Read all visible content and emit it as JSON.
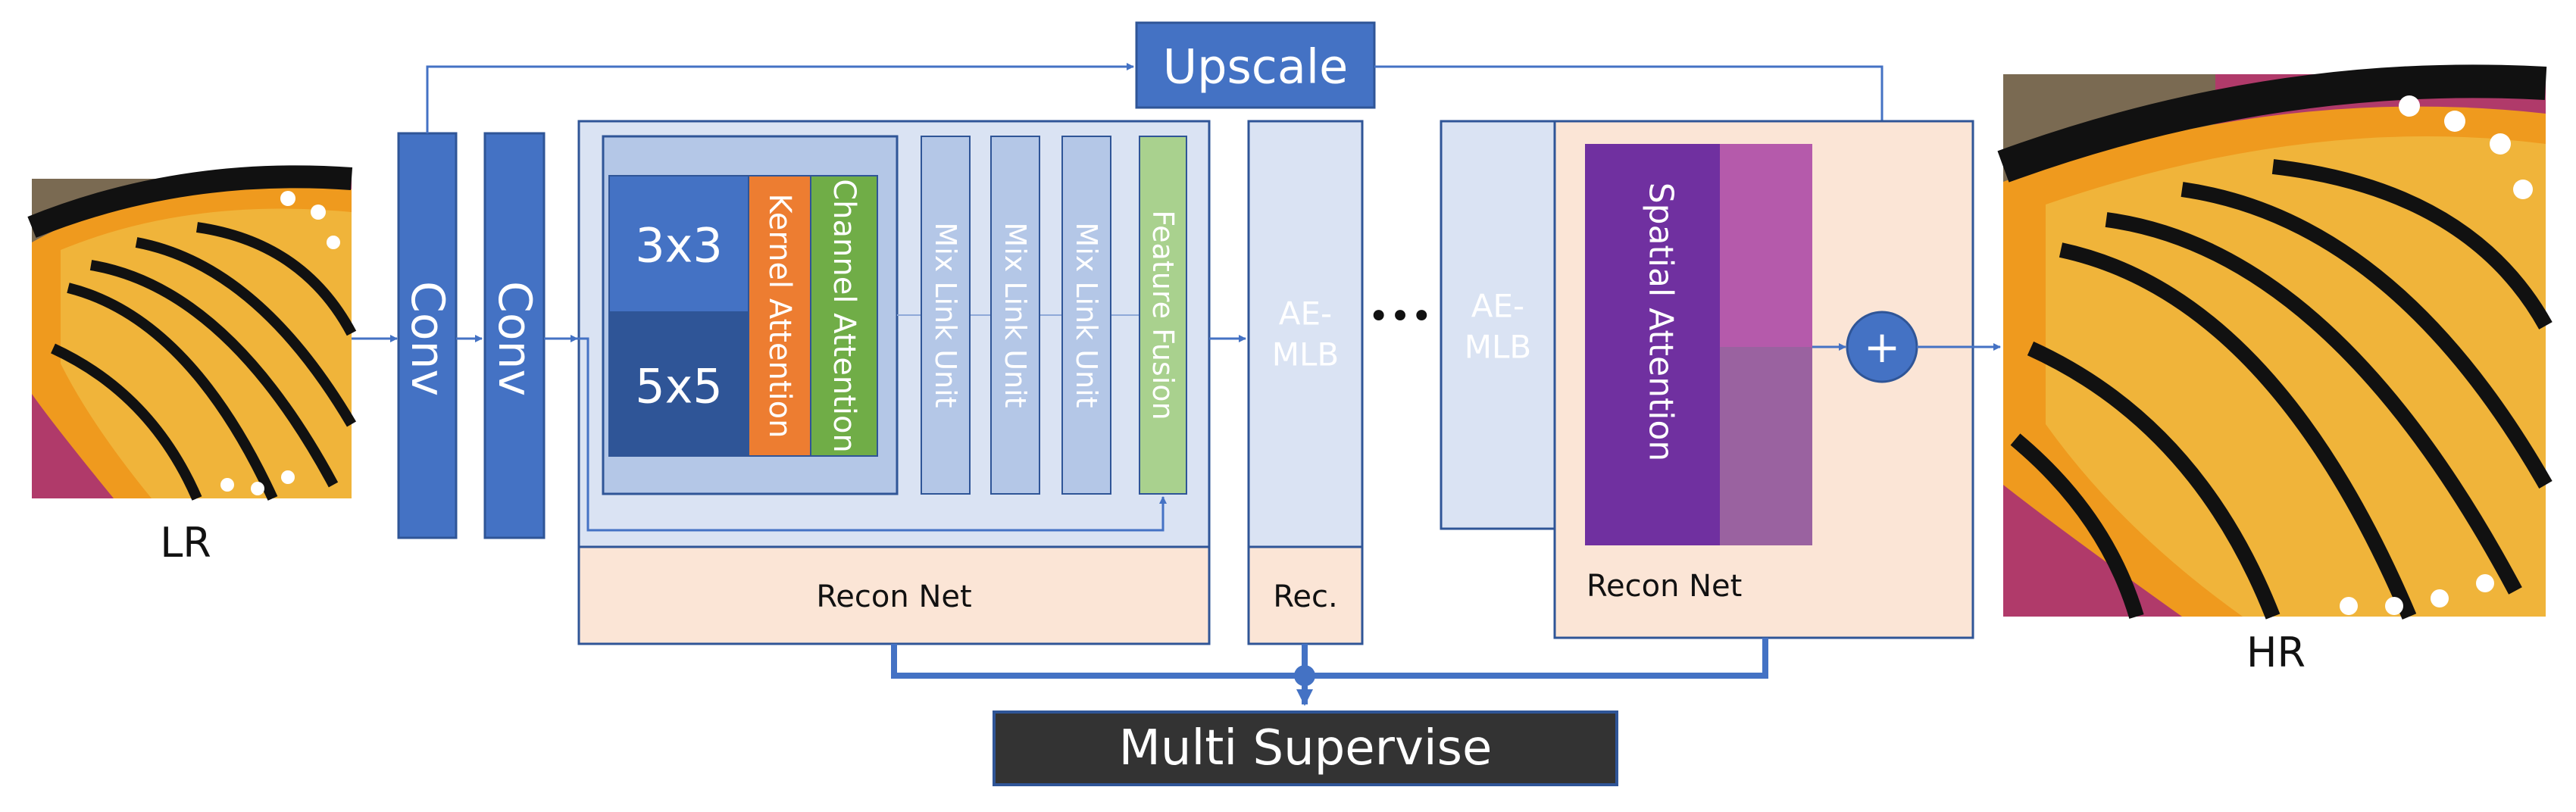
{
  "diagram": {
    "input_label": "LR",
    "output_label": "HR",
    "upscale_label": "Upscale",
    "conv1_label": "Conv",
    "conv2_label": "Conv",
    "conv3x3_label": "3x3",
    "conv5x5_label": "5x5",
    "kernel_attention_label": "Kernel Attention",
    "channel_attention_label": "Channel Attention",
    "mix_link_units": [
      "Mix Link Unit",
      "Mix Link Unit",
      "Mix Link Unit"
    ],
    "feature_fusion_label": "Feature Fusion",
    "recon_net_label_1": "Recon Net",
    "ae_mlb_label_1a": "AE-",
    "ae_mlb_label_1b": "MLB",
    "rec_label": "Rec.",
    "ellipsis": "•••",
    "ae_mlb_label_2a": "AE-",
    "ae_mlb_label_2b": "MLB",
    "spatial_attention_label": "Spatial Attention",
    "recon_net_label_2": "Recon Net",
    "plus_symbol": "+",
    "multi_supervise_label": "Multi Supervise"
  },
  "colors": {
    "blue": "#4472c4",
    "dark_blue": "#2f5597",
    "light_blue": "#dae3f3",
    "mid_blue": "#b4c7e7",
    "peach": "#fbe5d6",
    "orange": "#ed7d31",
    "green": "#70ad47",
    "light_green": "#a9d18e",
    "purple": "#7030a0",
    "magenta": "#b55aab",
    "mauve": "#9a62a0",
    "dark": "#333333"
  }
}
